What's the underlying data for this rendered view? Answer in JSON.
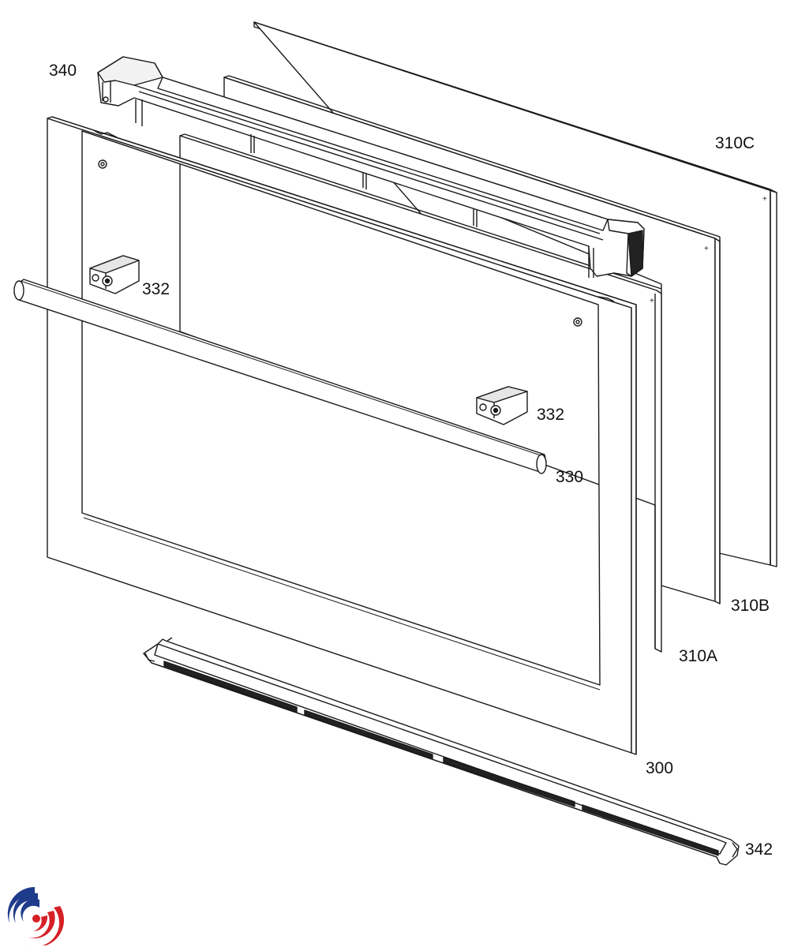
{
  "diagram": {
    "parts": {
      "p340": "340",
      "p310C": "310C",
      "p332a": "332",
      "p332b": "332",
      "p330": "330",
      "p310B": "310B",
      "p310A": "310A",
      "p300": "300",
      "p342": "342"
    }
  },
  "colors": {
    "line": "#1a1a1a",
    "fill": "#ffffff",
    "shade": "#d8d8d8",
    "dark": "#222222",
    "logo_blue": "#1f3c8c",
    "logo_red": "#d62027"
  }
}
